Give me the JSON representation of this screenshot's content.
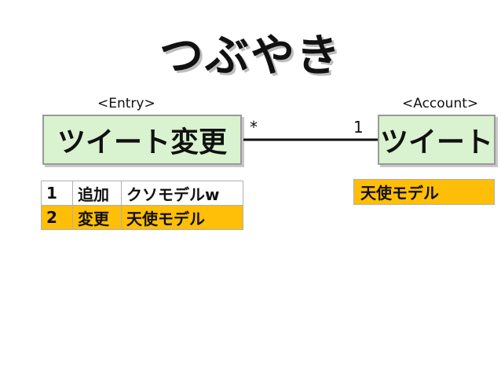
{
  "title": "つぶやき",
  "entry_class": {
    "stereotype": "<Entry>",
    "name": "ツイート変更",
    "multiplicity": "*"
  },
  "account_class": {
    "stereotype": "<Account>",
    "name": "ツイート",
    "multiplicity": "1"
  },
  "entry_table": {
    "rows": [
      {
        "num": "1",
        "action": "追加",
        "value": "クソモデルw",
        "highlight": false
      },
      {
        "num": "2",
        "action": "変更",
        "value": "天使モデル",
        "highlight": true
      }
    ]
  },
  "account_value": {
    "value": "天使モデル",
    "highlight": true
  },
  "colors": {
    "class_fill": "#d9f2cf",
    "highlight": "#ffbe08"
  }
}
